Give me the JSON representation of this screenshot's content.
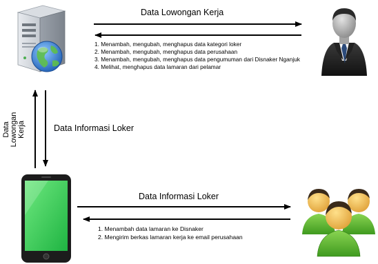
{
  "top_flow": {
    "label": "Data Lowongan Kerja",
    "items": [
      "1. Menambah, mengubah, menghapus data kategori loker",
      "2. Menambah, mengubah, menghapus data perusahaan",
      "3. Menambah, mengubah, menghapus data pengumuman dari Disnaker Nganjuk",
      "4. Melihat, menghapus data lamaran dari pelamar"
    ]
  },
  "middle_flow": {
    "left_label_lines": [
      "Data",
      "Lowongan",
      "Kerja"
    ],
    "right_label": "Data Informasi Loker"
  },
  "bottom_flow": {
    "label": "Data Informasi Loker",
    "items": [
      "1. Menambah data lamaran ke Disnaker",
      "2. Mengirim berkas lamaran kerja ke email perusahaan"
    ]
  },
  "icons": {
    "server": "server-globe-icon",
    "admin": "businessman-icon",
    "mobile": "smartphone-icon",
    "users": "users-group-icon"
  },
  "colors": {
    "arrow": "#000000",
    "phone_screen": "#3dd15a",
    "users_green": "#6cc23a",
    "globe_blue": "#2f7fd6"
  }
}
